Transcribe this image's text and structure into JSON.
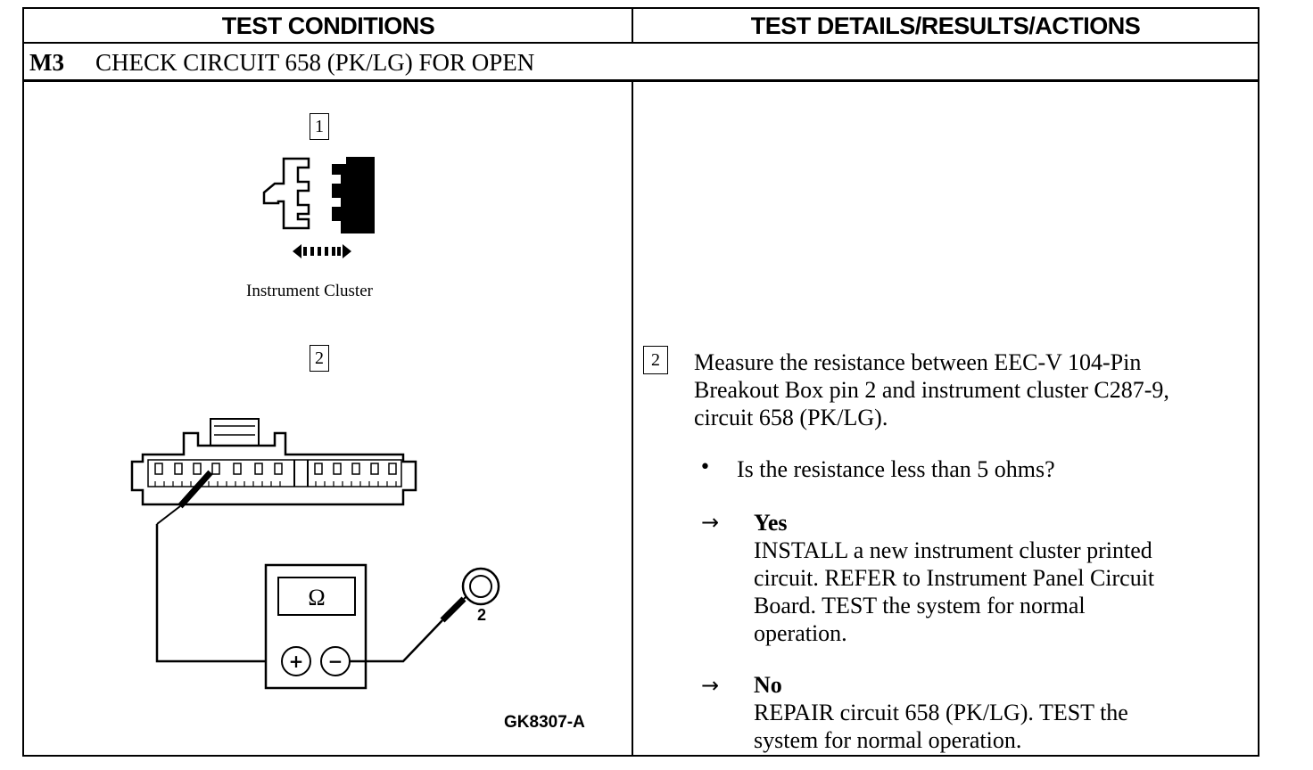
{
  "header": {
    "left": "TEST CONDITIONS",
    "right": "TEST DETAILS/RESULTS/ACTIONS"
  },
  "step": {
    "id": "M3",
    "title": "CHECK CIRCUIT 658 (PK/LG) FOR OPEN"
  },
  "figure": {
    "callout1": "1",
    "callout1_caption": "Instrument Cluster",
    "callout2": "2",
    "meter_symbol": "Ω",
    "plus_symbol": "+",
    "minus_symbol": "−",
    "breakout_pin": "2",
    "figure_id": "GK8307-A"
  },
  "details": {
    "step_ref": "2",
    "instruction_lines": [
      "Measure the resistance between EEC-V 104-Pin",
      "Breakout Box pin 2 and instrument cluster C287-9,",
      "circuit 658 (PK/LG)."
    ],
    "question": "Is the resistance less than 5 ohms?",
    "yes_label": "Yes",
    "yes_lines": [
      "INSTALL a new instrument cluster printed",
      "circuit. REFER to Instrument Panel Circuit",
      "Board.  TEST the system for normal",
      "operation."
    ],
    "no_label": "No",
    "no_lines": [
      "REPAIR circuit 658 (PK/LG). TEST the",
      "system for normal operation."
    ],
    "arrow_symbol": "→",
    "bullet_symbol": "•"
  }
}
